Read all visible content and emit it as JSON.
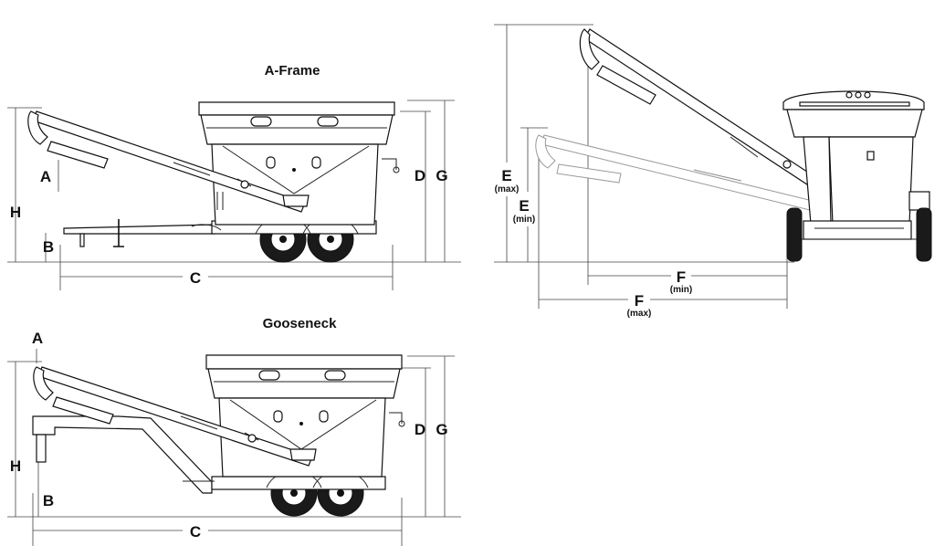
{
  "views": {
    "aframe": {
      "title": "A-Frame",
      "labels": {
        "a": "A",
        "b": "B",
        "c": "C",
        "d": "D",
        "g": "G",
        "h": "H"
      }
    },
    "gooseneck": {
      "title": "Gooseneck",
      "labels": {
        "a": "A",
        "b": "B",
        "c": "C",
        "d": "D",
        "g": "G",
        "h": "H"
      }
    },
    "side": {
      "labels": {
        "e_max": "E",
        "e_max_sub": "(max)",
        "e_min": "E",
        "e_min_sub": "(min)",
        "f_min": "F",
        "f_min_sub": "(min)",
        "f_max": "F",
        "f_max_sub": "(max)"
      }
    }
  }
}
